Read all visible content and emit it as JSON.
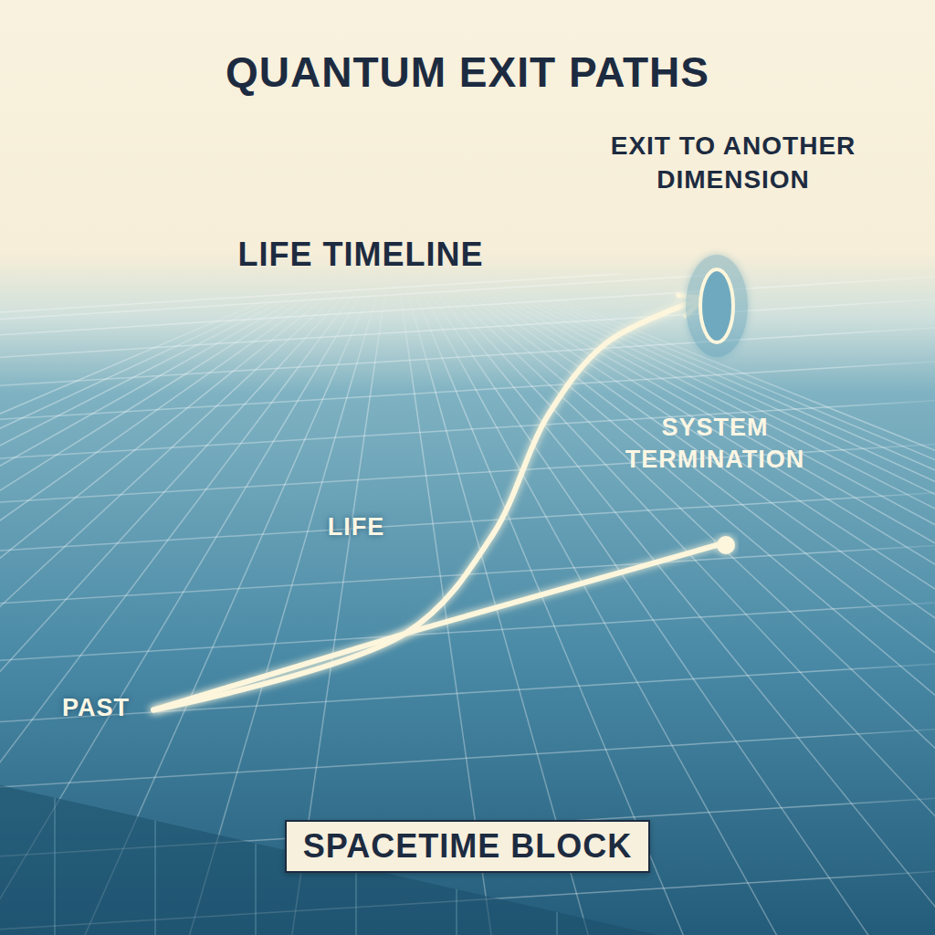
{
  "diagram": {
    "title": "QUANTUM EXIT PATHS",
    "nodes": [
      {
        "text": [
          "EXIT TO ANOTHER DIMENSION"
        ]
      },
      {
        "text": [
          "SYSTEM TERMINATION"
        ]
      },
      {
        "text": [
          "PAST"
        ]
      },
      {
        "text": [
          "SPACETIME BLOCK"
        ]
      }
    ],
    "edges": [
      {
        "from": 2,
        "to": 0,
        "arrow": "to"
      },
      {
        "from": 2,
        "to": 1,
        "arrow": "none"
      }
    ],
    "labels": [
      "LIFE TIMELINE",
      "LIFE"
    ]
  }
}
